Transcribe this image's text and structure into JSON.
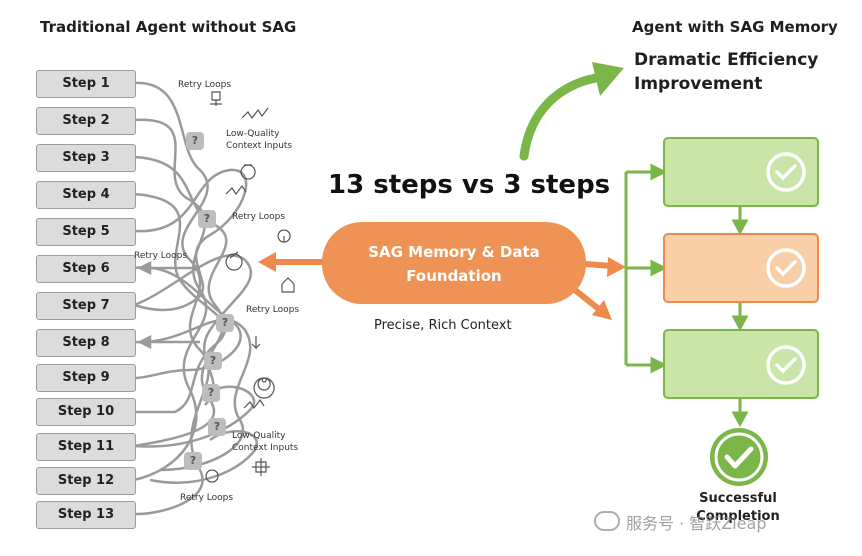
{
  "left": {
    "title": "Traditional Agent without SAG",
    "steps": [
      "Step 1",
      "Step 2",
      "Step 3",
      "Step 4",
      "Step 5",
      "Step 6",
      "Step 7",
      "Step 8",
      "Step 9",
      "Step 10",
      "Step 11",
      "Step 12",
      "Step 13"
    ],
    "notes": {
      "retry_1": "Retry Loops",
      "low_quality_1": "Low-Quality\nContext Inputs",
      "retry_2": "Retry Loops",
      "retry_3": "Retry Loops",
      "retry_4": "Retry Loops",
      "low_quality_2": "Low-Quality\nContext Inputs",
      "retry_5": "Retry Loops"
    },
    "question_mark": "?"
  },
  "center": {
    "headline": "13 steps vs 3 steps",
    "hub_label": "SAG Memory & Data Foundation",
    "caption": "Precise, Rich Context"
  },
  "right": {
    "title": "Agent with SAG Memory",
    "improvement": "Dramatic Efficiency Improvement",
    "completion": "Successful Completion"
  },
  "watermark": "服务号 · 智跃Zleap",
  "colors": {
    "green": "#7ab648",
    "green_fill": "#c9e6a8",
    "orange": "#ee8a4c",
    "orange_fill": "#f8cfa6",
    "gray": "#9c9c9c"
  }
}
